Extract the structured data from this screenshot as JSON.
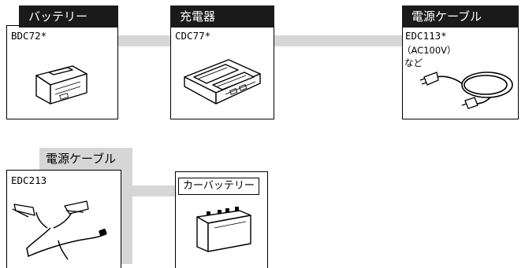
{
  "top_row": {
    "battery": {
      "header": "バッテリー",
      "model": "BDC72*"
    },
    "charger": {
      "header": "充電器",
      "model": "CDC77*"
    },
    "power_cable": {
      "header": "電源ケーブル",
      "model": "EDC113*",
      "note_line1": "（AC100V）",
      "note_line2": "など"
    }
  },
  "bottom_row": {
    "power_cable": {
      "header": "電源ケーブル",
      "model": "EDC213"
    },
    "car_battery": {
      "label": "カーバッテリー"
    }
  }
}
